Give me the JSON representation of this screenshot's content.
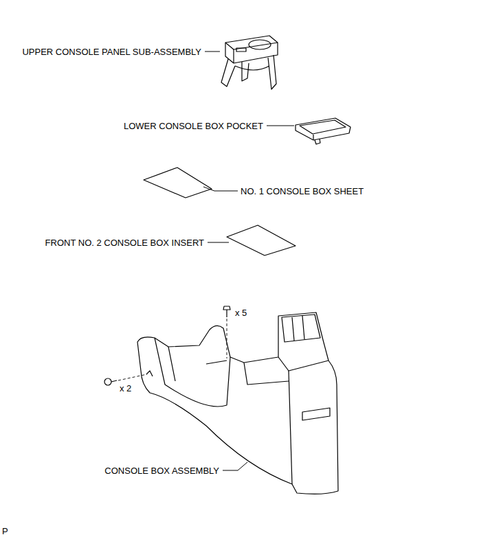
{
  "diagram": {
    "labels": [
      "UPPER CONSOLE PANEL SUB-ASSEMBLY",
      "LOWER CONSOLE BOX POCKET",
      "NO. 1 CONSOLE BOX SHEET",
      "FRONT NO. 2 CONSOLE BOX INSERT",
      "x 5",
      "x 2",
      "CONSOLE BOX ASSEMBLY",
      "P"
    ]
  }
}
